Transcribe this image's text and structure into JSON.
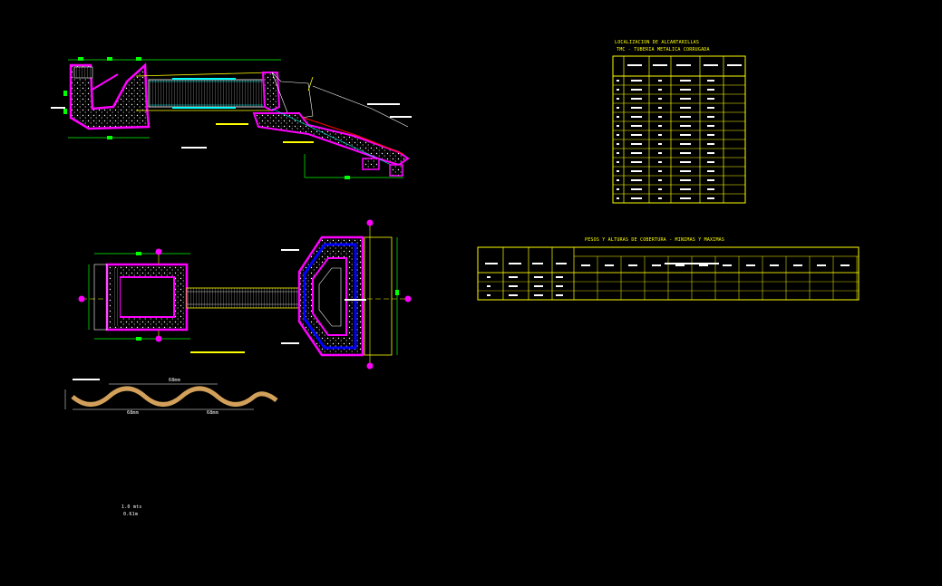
{
  "table1": {
    "title": "LOCALIZACION DE ALCANTARILLAS",
    "subtitle": "TMC - TUBERIA METALICA CORRUGADA"
  },
  "table2": {
    "title": "PESOS Y ALTURAS DE COBERTURA - MINIMAS Y MAXIMAS"
  },
  "dims": {
    "wave_pitch_1": "68mm",
    "wave_pitch_2": "68mm",
    "wave_pitch_3": "68mm",
    "pipe_len_1": "1.0 mts",
    "pipe_len_2": "0.61m"
  },
  "colors": {
    "background": "#000000",
    "concrete": "#ff00ff",
    "outline": "#ffffff",
    "dimension": "#00ff00",
    "text": "#ffff00",
    "pipe": "#00ffff",
    "reinforcement": "#0000ff",
    "cut": "#ff0000",
    "table_grid": "#ffff00"
  }
}
